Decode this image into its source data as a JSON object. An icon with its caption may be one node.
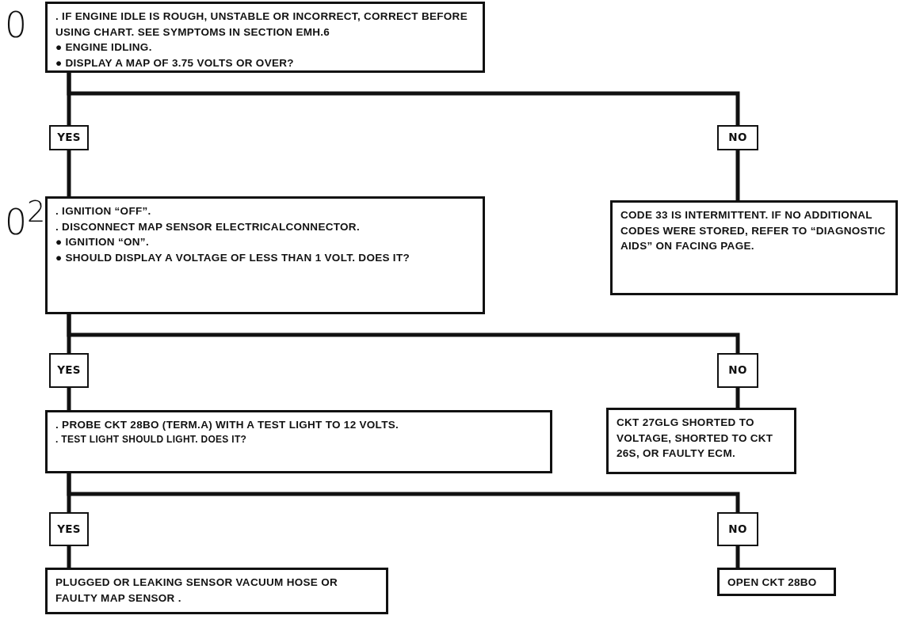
{
  "diagram": {
    "nodes": [
      {
        "text": [
          ". IF ENGINE IDLE IS ROUGH, UNSTABLE OR INCORRECT, CORRECT BEFORE USING CHART. SEE SYMPTOMS IN SECTION EMH.6",
          "● ENGINE IDLING.",
          "● DISPLAY A MAP OF 3.75 VOLTS OR OVER?"
        ]
      },
      {
        "text": [
          "YES"
        ]
      },
      {
        "text": [
          "NO"
        ]
      },
      {
        "text": [
          ". IGNITION “OFF”.",
          ". DISCONNECT MAP SENSOR ELECTRICALCONNECTOR.",
          "● IGNITION “ON”.",
          "● SHOULD DISPLAY A VOLTAGE OF LESS THAN 1 VOLT. DOES IT?"
        ]
      },
      {
        "text": [
          "CODE 33 IS INTERMITTENT. IF NO ADDITIONAL CODES WERE STORED, REFER TO “DIAGNOSTIC AIDS” ON FACING PAGE."
        ]
      },
      {
        "text": [
          "YES"
        ]
      },
      {
        "text": [
          "NO"
        ]
      },
      {
        "text": [
          ". PROBE CKT 28BO (TERM.A) WITH A TEST LIGHT TO 12 VOLTS.",
          ". TEST LIGHT SHOULD LIGHT. DOES IT?"
        ]
      },
      {
        "text": [
          "CKT 27GLG SHORTED TO VOLTAGE, SHORTED TO CKT 26S, OR FAULTY ECM."
        ]
      },
      {
        "text": [
          "YES"
        ]
      },
      {
        "text": [
          "NO"
        ]
      },
      {
        "text": [
          "PLUGGED OR LEAKING SENSOR VACUUM HOSE OR FAULTY MAP SENSOR ."
        ]
      },
      {
        "text": [
          "OPEN CKT 28BO"
        ]
      }
    ],
    "edges": [
      {
        "from": 0,
        "to": 1,
        "arrow": "none"
      },
      {
        "from": 0,
        "to": 2,
        "arrow": "none"
      },
      {
        "from": 1,
        "to": 3,
        "arrow": "none"
      },
      {
        "from": 2,
        "to": 4,
        "arrow": "none"
      },
      {
        "from": 3,
        "to": 5,
        "arrow": "none"
      },
      {
        "from": 3,
        "to": 6,
        "arrow": "none"
      },
      {
        "from": 5,
        "to": 7,
        "arrow": "none"
      },
      {
        "from": 6,
        "to": 8,
        "arrow": "none"
      },
      {
        "from": 7,
        "to": 9,
        "arrow": "none"
      },
      {
        "from": 7,
        "to": 10,
        "arrow": "none"
      },
      {
        "from": 9,
        "to": 11,
        "arrow": "none"
      },
      {
        "from": 10,
        "to": 12,
        "arrow": "none"
      }
    ],
    "labels": [
      "0",
      "0$^{2}$"
    ]
  }
}
